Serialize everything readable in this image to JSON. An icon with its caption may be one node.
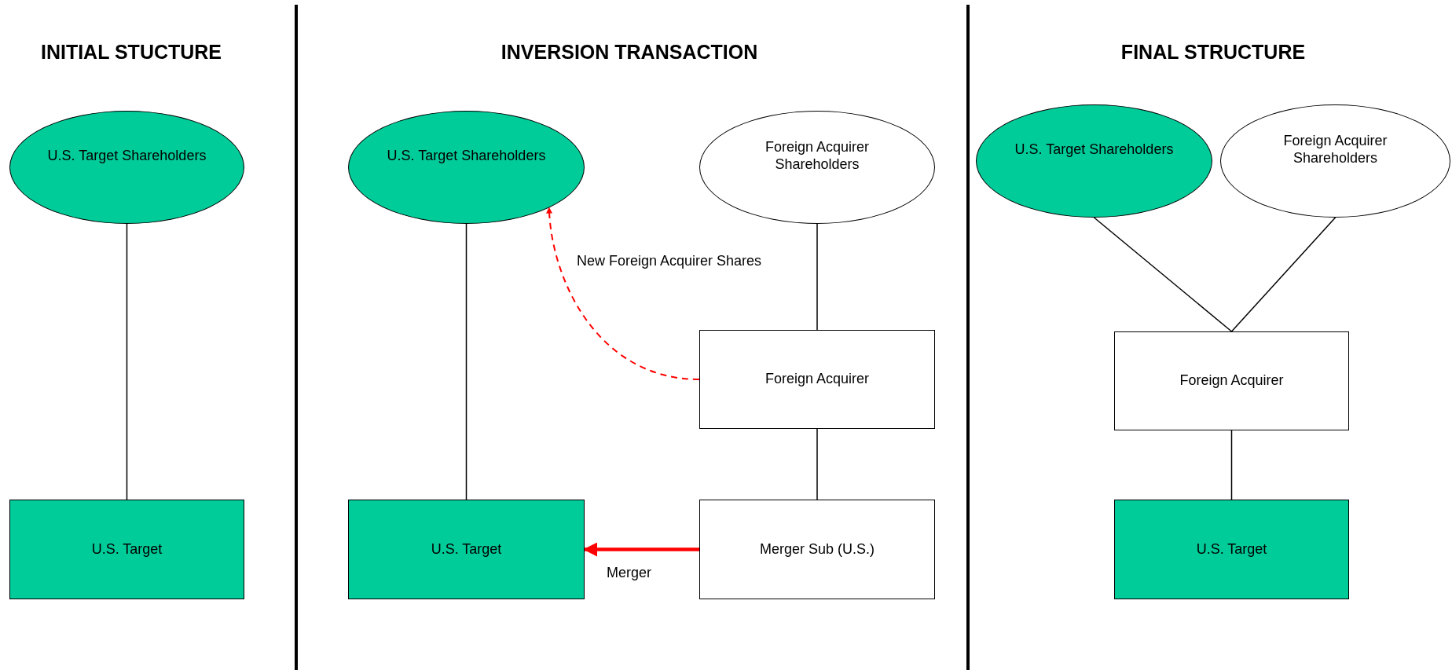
{
  "diagram": {
    "nodes": [
      {
        "text": [
          "U.S. Target Shareholders"
        ]
      },
      {
        "text": [
          "U.S. Target"
        ]
      },
      {
        "text": [
          "U.S. Target Shareholders"
        ]
      },
      {
        "text": [
          "Foreign Acquirer Shareholders"
        ]
      },
      {
        "text": [
          "Foreign Acquirer"
        ]
      },
      {
        "text": [
          "U.S. Target"
        ]
      },
      {
        "text": [
          "Merger Sub (U.S.)"
        ]
      },
      {
        "text": [
          "U.S. Target Shareholders"
        ]
      },
      {
        "text": [
          "Foreign Acquirer Shareholders"
        ]
      },
      {
        "text": [
          "Foreign Acquirer"
        ]
      },
      {
        "text": [
          "U.S. Target"
        ]
      }
    ],
    "edges": [
      {
        "from": 0,
        "to": 1,
        "arrow": "none"
      },
      {
        "from": 2,
        "to": 5,
        "arrow": "none"
      },
      {
        "from": 3,
        "to": 4,
        "arrow": "none"
      },
      {
        "from": 4,
        "to": 6,
        "arrow": "none"
      },
      {
        "from": 4,
        "to": 2,
        "arrow": "to",
        "label": "New Foreign Acquirer Shares",
        "style": "dashed",
        "color": "#ff0000"
      },
      {
        "from": 6,
        "to": 5,
        "arrow": "to",
        "label": "Merger",
        "style": "thick",
        "color": "#ff0000"
      },
      {
        "from": 7,
        "to": 9,
        "arrow": "none"
      },
      {
        "from": 8,
        "to": 9,
        "arrow": "none"
      },
      {
        "from": 9,
        "to": 10,
        "arrow": "none"
      }
    ],
    "labels": [
      "INITIAL STUCTURE",
      "INVERSION TRANSACTION",
      "FINAL STRUCTURE"
    ]
  }
}
